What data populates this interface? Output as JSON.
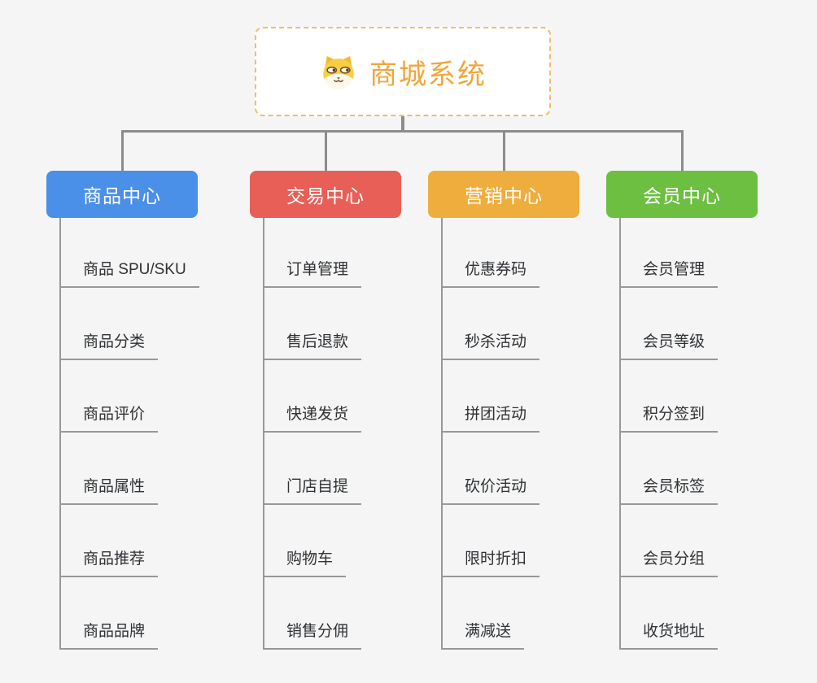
{
  "root": {
    "title": "商城系统",
    "icon": "dog-face-icon",
    "accent_color": "#f1a53a",
    "border_color": "#f3bc6b"
  },
  "connector_color": "#8c8c8c",
  "branches": [
    {
      "id": "product-center",
      "label": "商品中心",
      "color": "#4a8fe8",
      "children": [
        "商品 SPU/SKU",
        "商品分类",
        "商品评价",
        "商品属性",
        "商品推荐",
        "商品品牌"
      ]
    },
    {
      "id": "trade-center",
      "label": "交易中心",
      "color": "#e85f57",
      "children": [
        "订单管理",
        "售后退款",
        "快递发货",
        "门店自提",
        "购物车",
        "销售分佣"
      ]
    },
    {
      "id": "marketing-center",
      "label": "营销中心",
      "color": "#eead3c",
      "children": [
        "优惠券码",
        "秒杀活动",
        "拼团活动",
        "砍价活动",
        "限时折扣",
        "满减送"
      ]
    },
    {
      "id": "member-center",
      "label": "会员中心",
      "color": "#6cbf40",
      "children": [
        "会员管理",
        "会员等级",
        "积分签到",
        "会员标签",
        "会员分组",
        "收货地址"
      ]
    }
  ]
}
